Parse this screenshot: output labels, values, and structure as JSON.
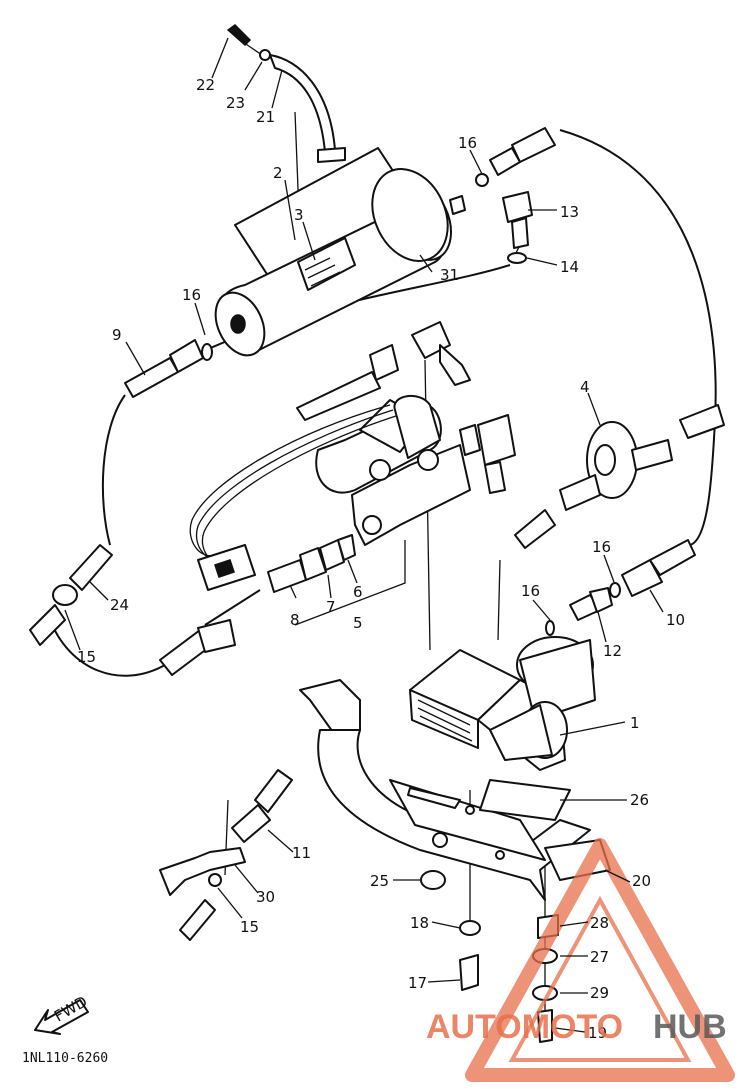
{
  "diagram": {
    "figure_code": "1NL110-6260",
    "fwd_label": "FWD",
    "callouts": [
      {
        "id": "c22",
        "text": "22"
      },
      {
        "id": "c23",
        "text": "23"
      },
      {
        "id": "c21",
        "text": "21"
      },
      {
        "id": "c2",
        "text": "2"
      },
      {
        "id": "c3",
        "text": "3"
      },
      {
        "id": "c31",
        "text": "31"
      },
      {
        "id": "c16a",
        "text": "16"
      },
      {
        "id": "c13",
        "text": "13"
      },
      {
        "id": "c14",
        "text": "14"
      },
      {
        "id": "c16b",
        "text": "16"
      },
      {
        "id": "c9",
        "text": "9"
      },
      {
        "id": "c4",
        "text": "4"
      },
      {
        "id": "c16c",
        "text": "16"
      },
      {
        "id": "c16d",
        "text": "16"
      },
      {
        "id": "c24",
        "text": "24"
      },
      {
        "id": "c15a",
        "text": "15"
      },
      {
        "id": "c8",
        "text": "8"
      },
      {
        "id": "c7",
        "text": "7"
      },
      {
        "id": "c6",
        "text": "6"
      },
      {
        "id": "c5",
        "text": "5"
      },
      {
        "id": "c10",
        "text": "10"
      },
      {
        "id": "c12",
        "text": "12"
      },
      {
        "id": "c1",
        "text": "1"
      },
      {
        "id": "c26",
        "text": "26"
      },
      {
        "id": "c11",
        "text": "11"
      },
      {
        "id": "c30",
        "text": "30"
      },
      {
        "id": "c15b",
        "text": "15"
      },
      {
        "id": "c25",
        "text": "25"
      },
      {
        "id": "c20",
        "text": "20"
      },
      {
        "id": "c18",
        "text": "18"
      },
      {
        "id": "c28",
        "text": "28"
      },
      {
        "id": "c27",
        "text": "27"
      },
      {
        "id": "c17",
        "text": "17"
      },
      {
        "id": "c29",
        "text": "29"
      },
      {
        "id": "c19",
        "text": "19"
      }
    ]
  },
  "watermark": {
    "text_a": "AUTOMOTO",
    "text_b": "HUB",
    "accent_color": "#e8704c",
    "dark_color": "#5a5a5a"
  }
}
